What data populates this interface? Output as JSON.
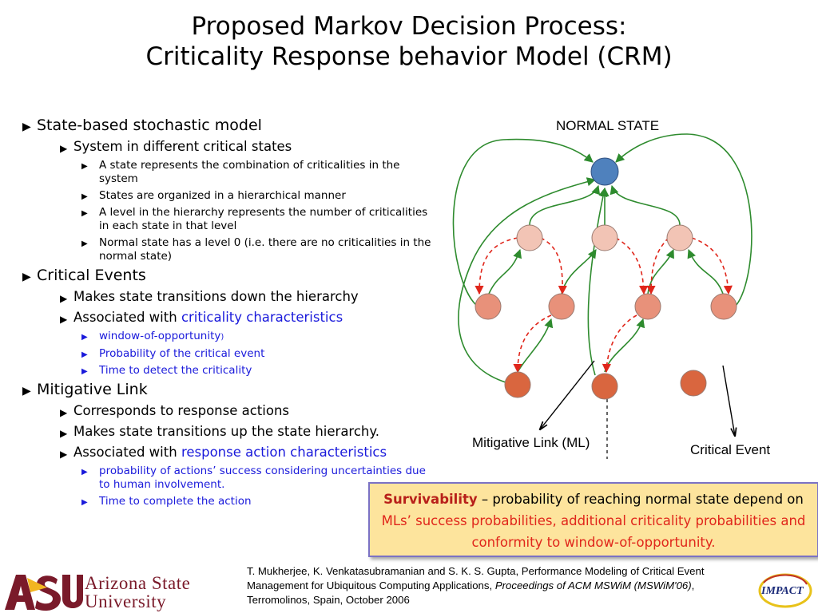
{
  "slide": {
    "title_line1": "Proposed Markov Decision Process:",
    "title_line2": "Criticality Response behavior Model (CRM)"
  },
  "bullets": [
    {
      "level": 1,
      "text": "State-based stochastic model"
    },
    {
      "level": 2,
      "text": "System in different critical states"
    },
    {
      "level": 3,
      "text": "A state represents the combination of criticalities in the system"
    },
    {
      "level": 3,
      "text": "States are organized in a hierarchical manner"
    },
    {
      "level": 3,
      "text": "A level in the hierarchy represents the number of criticalities in each state in that level"
    },
    {
      "level": 3,
      "text": "Normal state has a level 0 (i.e. there are no criticalities in the normal state)"
    },
    {
      "level": 1,
      "text": "Critical Events"
    },
    {
      "level": 2,
      "text": "Makes state transitions down the hierarchy"
    },
    {
      "level": 2,
      "text": "Associated with ",
      "highlight": "criticality characteristics"
    },
    {
      "level": 3,
      "text": " window-of-opportunity",
      "suffix": ")",
      "blue": true
    },
    {
      "level": 3,
      "text": "Probability of the critical event",
      "blue": true
    },
    {
      "level": 3,
      "text": "Time to detect the criticality",
      "blue": true
    },
    {
      "level": 1,
      "text": "Mitigative Link"
    },
    {
      "level": 2,
      "text": "Corresponds to response actions"
    },
    {
      "level": 2,
      "text": "Makes state transitions up the state hierarchy."
    },
    {
      "level": 2,
      "text": "Associated with ",
      "highlight": "response action characteristics"
    },
    {
      "level": 3,
      "text": "probability of actions’ success considering uncertainties due to human involvement.",
      "blue": true
    },
    {
      "level": 3,
      "text": "Time to complete the action",
      "blue": true
    }
  ],
  "diagram": {
    "normal_state_label": "NORMAL STATE",
    "mitigative_link_label": "Mitigative Link (ML)",
    "critical_event_label": "Critical Event",
    "colors": {
      "normal": "#4f81bd",
      "level1": "#f2c4b5",
      "level2": "#e8917a",
      "level3": "#d9663f",
      "mitigative_link": "#2e8b2e",
      "critical_event": "#e0261b"
    }
  },
  "survivability": {
    "term": "Survivability",
    "part1": " – probability of reaching normal state depend on ",
    "part2": "MLs’ success probabilities, additional criticality probabilities and conformity to window-of-opportunity."
  },
  "citation": {
    "part1": "T. Mukherjee, K. Venkatasubramanian and S. K. S. Gupta, Performance Modeling of Critical Event Management for Ubiquitous Computing Applications, ",
    "italic": "Proceedings of  ACM MSWiM (MSWiM'06)",
    "part2": ", Terromolinos, Spain, October 2006"
  },
  "logos": {
    "asu_line1": "Arizona State",
    "asu_line2": "University",
    "asu_mark": "ASU",
    "impact": "IMPACT"
  }
}
